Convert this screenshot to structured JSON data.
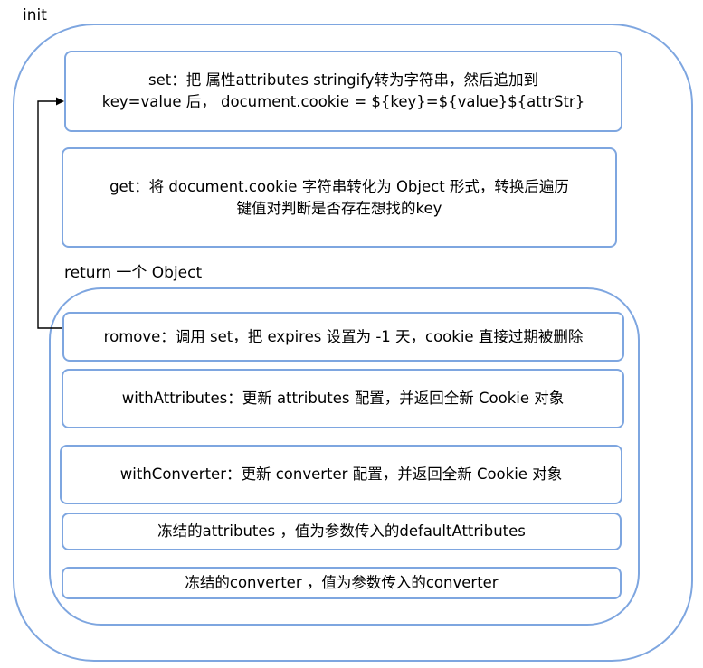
{
  "init_label": "init",
  "return_label": "return 一个 Object",
  "boxes": {
    "set": {
      "line1": "set：把 属性attributes stringify转为字符串，然后追加到",
      "line2": "key=value 后，  document.cookie = ${key}=${value}${attrStr}"
    },
    "get": {
      "line1": "get：将 document.cookie 字符串转化为 Object 形式，转换后遍历",
      "line2": "键值对判断是否存在想找的key"
    },
    "remove": {
      "line1": "romove：调用 set，把 expires 设置为 -1 天，cookie 直接过期被删除"
    },
    "with_attributes": {
      "line1": "withAttributes：更新 attributes 配置，并返回全新 Cookie 对象"
    },
    "with_converter": {
      "line1": "withConverter：更新 converter 配置，并返回全新 Cookie 对象"
    },
    "frozen_attributes": {
      "line1": "冻结的attributes ，值为参数传入的defaultAttributes"
    },
    "frozen_converter": {
      "line1": "冻结的converter ，值为参数传入的converter"
    }
  },
  "colors": {
    "border": "#7ea6e0",
    "arrow": "#000000"
  }
}
